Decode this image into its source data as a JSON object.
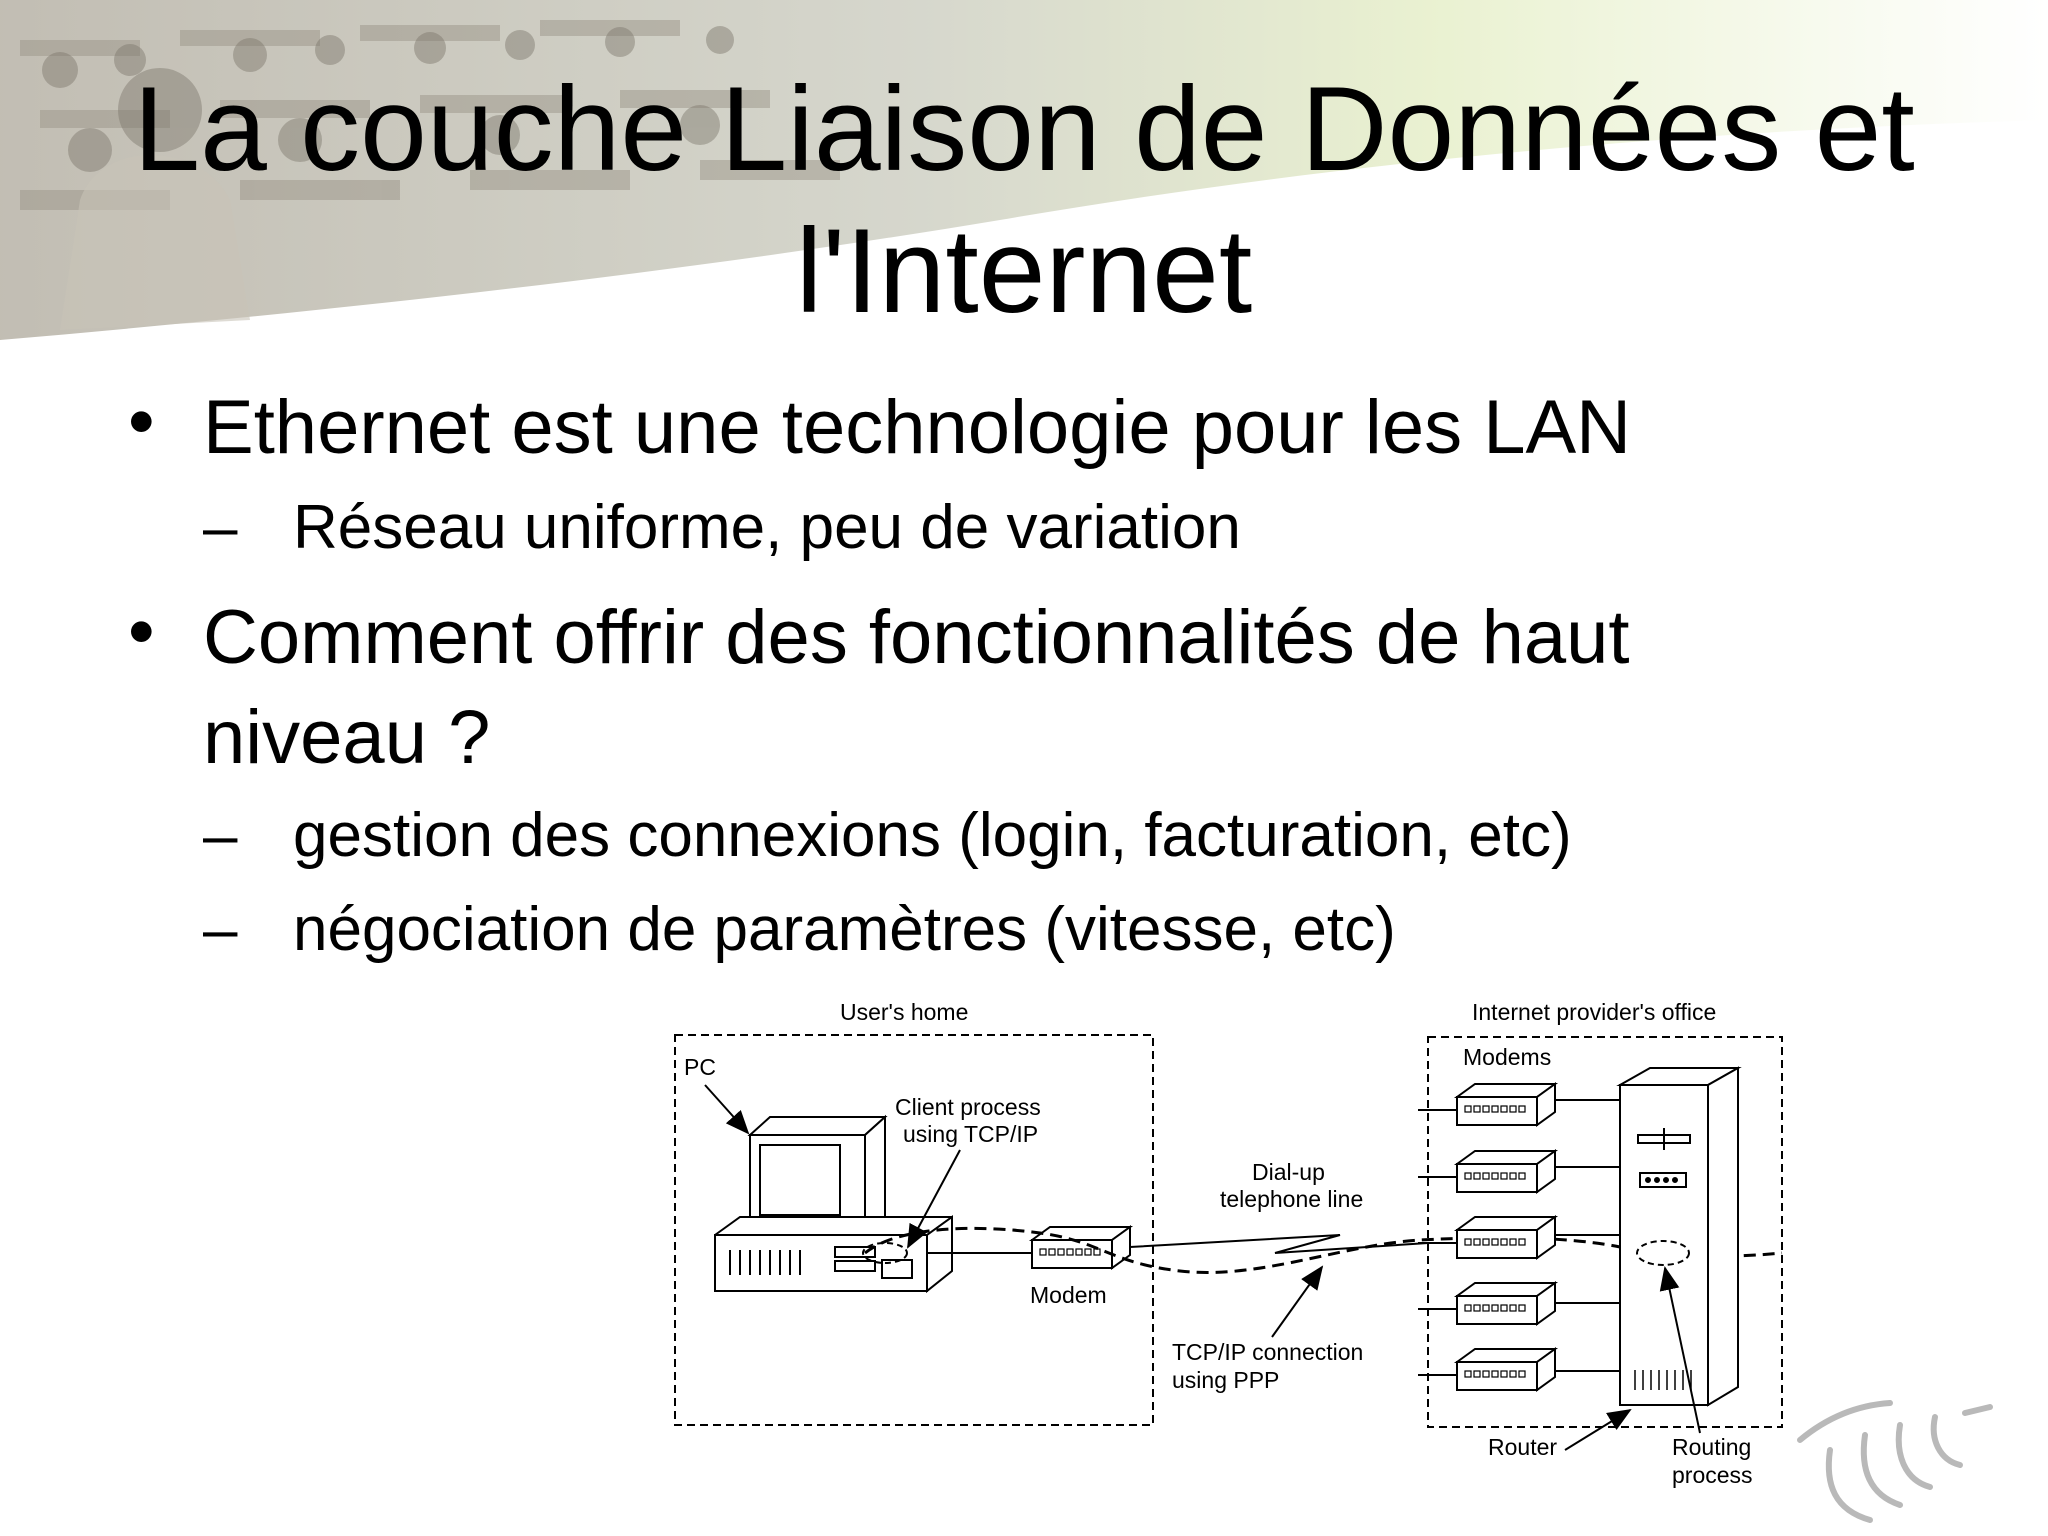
{
  "slide": {
    "title_line1": "La couche Liaison de Données et",
    "title_line2": "l'Internet",
    "bullets": [
      {
        "text": "Ethernet est une technologie pour les LAN",
        "subs": [
          "Réseau uniforme, peu de variation"
        ]
      },
      {
        "text_line1": "Comment offrir des fonctionnalités de haut",
        "text_line2": "niveau ?",
        "subs": [
          "gestion des connexions (login, facturation, etc)",
          "négociation de paramètres (vitesse, etc)"
        ]
      }
    ],
    "bullet_glyph": "•",
    "sub_glyph": "–"
  },
  "diagram": {
    "users_home": "User's home",
    "pc": "PC",
    "client_process_1": "Client process",
    "client_process_2": "using TCP/IP",
    "modem": "Modem",
    "dialup_1": "Dial-up",
    "dialup_2": "telephone line",
    "tcpip_1": "TCP/IP connection",
    "tcpip_2": "using PPP",
    "provider_office": "Internet provider's office",
    "modems": "Modems",
    "router": "Router",
    "routing_1": "Routing",
    "routing_2": "process"
  }
}
